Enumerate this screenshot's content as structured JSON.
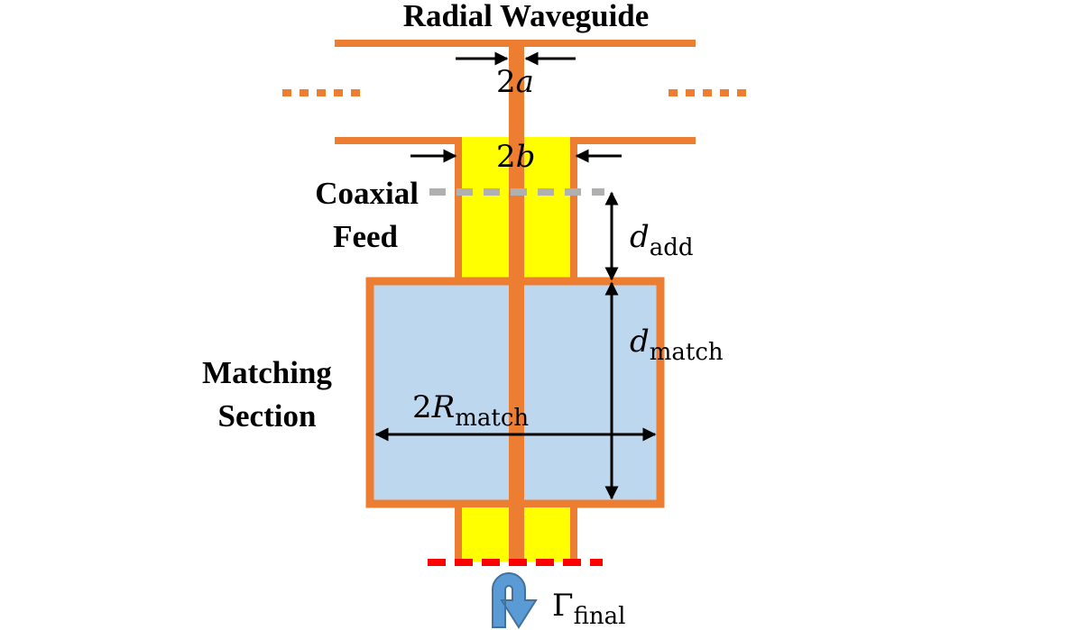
{
  "title": "Radial Waveguide",
  "labels": {
    "coaxial_feed_line1": "Coaxial",
    "coaxial_feed_line2": "Feed",
    "matching_section_line1": "Matching",
    "matching_section_line2": "Section"
  },
  "math_labels": {
    "inner_diameter": {
      "prefix": "2",
      "symbol": "a"
    },
    "outer_diameter": {
      "prefix": "2",
      "symbol": "b"
    },
    "d_add": {
      "symbol": "d",
      "subscript": "add"
    },
    "d_match": {
      "symbol": "d",
      "subscript": "match"
    },
    "r_match": {
      "prefix": "2",
      "symbol": "R",
      "subscript": "match"
    },
    "gamma_final": {
      "symbol": "Γ",
      "subscript": "final"
    }
  },
  "colors": {
    "conductor": "#ed7d31",
    "coax_dielectric": "#ffff00",
    "matching_fill": "#bdd7ee",
    "reference_plane_gray": "#b0b0b0",
    "reference_plane_red": "#ff0000",
    "arrow": "#000000",
    "reflection_arrow": "#5b9bd5"
  }
}
